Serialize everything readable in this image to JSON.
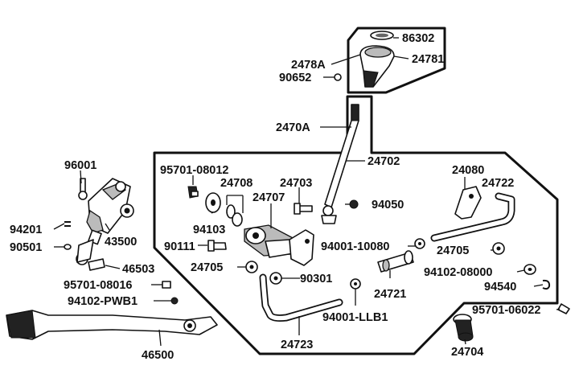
{
  "diagram": {
    "labels": {
      "p86302": "86302",
      "p24781": "24781",
      "p2478A": "2478A",
      "p90652": "90652",
      "p2470A": "2470A",
      "p24702": "24702",
      "p96001": "96001",
      "p94201": "94201",
      "p90501": "90501",
      "p43500": "43500",
      "p46503": "46503",
      "p95701_08016": "95701-08016",
      "p94102_PWB1": "94102-PWB1",
      "p46500": "46500",
      "p95701_08012": "95701-08012",
      "p24708": "24708",
      "p24703": "24703",
      "p24707": "24707",
      "p94050": "94050",
      "p94103": "94103",
      "p90111": "90111",
      "p94001_10080": "94001-10080",
      "p24705a": "24705",
      "p90301": "90301",
      "p94001_LLB1": "94001-LLB1",
      "p24723": "24723",
      "p24080": "24080",
      "p24722": "24722",
      "p24705b": "24705",
      "p94102_08000": "94102-08000",
      "p24721": "24721",
      "p94540": "94540",
      "p95701_06022": "95701-06022",
      "p24704": "24704"
    }
  }
}
